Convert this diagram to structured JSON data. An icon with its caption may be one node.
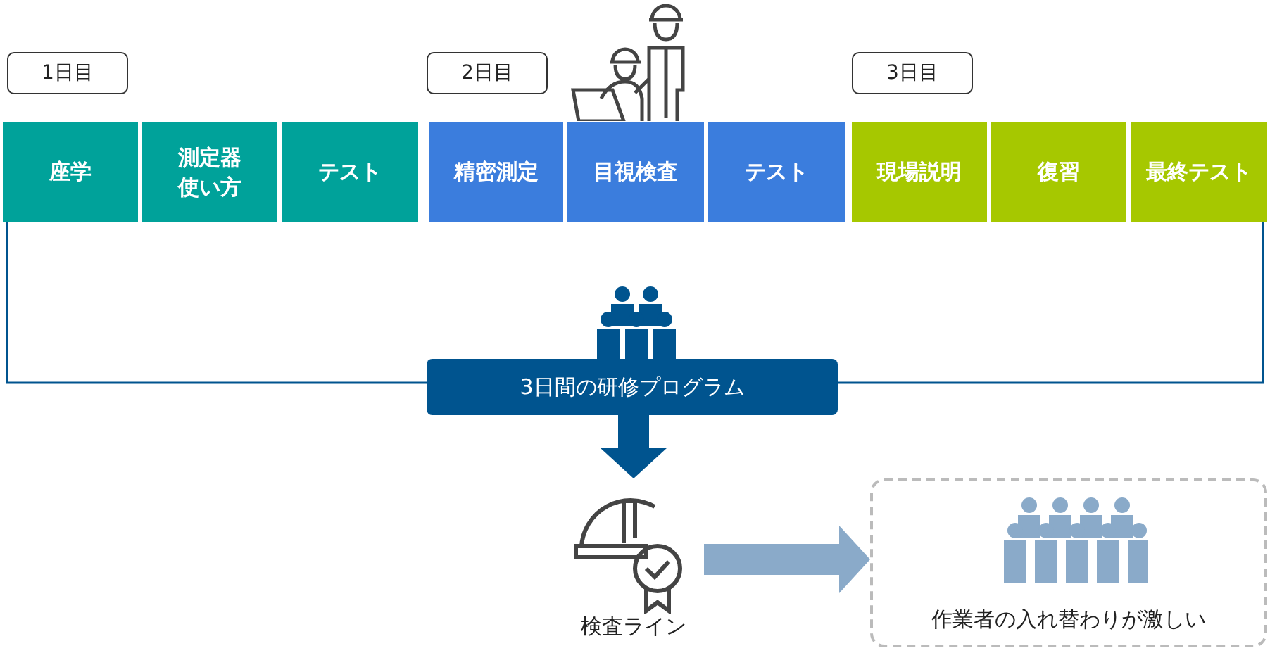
{
  "diagram": {
    "nodes": [
      {
        "text": [
          "1日目"
        ]
      },
      {
        "text": [
          "2日目"
        ]
      },
      {
        "text": [
          "3日目"
        ]
      },
      {
        "text": [
          "座学"
        ]
      },
      {
        "text": [
          "測定器使い方"
        ]
      },
      {
        "text": [
          "テスト"
        ]
      },
      {
        "text": [
          "精密測定"
        ]
      },
      {
        "text": [
          "目視検査"
        ]
      },
      {
        "text": [
          "テスト"
        ]
      },
      {
        "text": [
          "現場説明"
        ]
      },
      {
        "text": [
          "復習"
        ]
      },
      {
        "text": [
          "最終テスト"
        ]
      },
      {
        "text": [
          "3日間の研修プログラム"
        ]
      },
      {
        "text": [
          "検査ライン"
        ]
      },
      {
        "text": [
          "作業者の入れ替わりが激しい"
        ]
      }
    ],
    "edges": [
      {
        "from": 3,
        "to": 12,
        "arrow": "none"
      },
      {
        "from": 11,
        "to": 12,
        "arrow": "none"
      },
      {
        "from": 12,
        "to": 13,
        "arrow": "to",
        "style": "thick"
      },
      {
        "from": 13,
        "to": 14,
        "arrow": "to",
        "style": "thick",
        "color": "#8aaac9"
      }
    ]
  }
}
